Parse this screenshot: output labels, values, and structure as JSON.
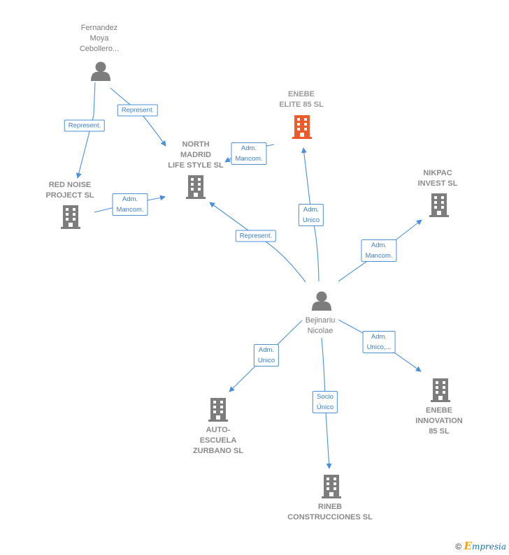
{
  "nodes": {
    "fernandez": {
      "label": "Fernandez\nMoya\nCebollero..."
    },
    "enebe_elite": {
      "label": "ENEBE\nELITE 85  SL"
    },
    "north_madrid": {
      "label": "NORTH\nMADRID\nLIFE STYLE  SL"
    },
    "red_noise": {
      "label": "RED NOISE\nPROJECT  SL"
    },
    "nikpac": {
      "label": "NIKPAC\nINVEST  SL"
    },
    "bejinariu": {
      "label": "Bejinariu\nNicolae"
    },
    "autoescuela": {
      "label": "AUTO-\nESCUELA\nZURBANO SL"
    },
    "enebe_innovation": {
      "label": "ENEBE\nINNOVATION\n85  SL"
    },
    "rineb": {
      "label": "RINEB\nCONSTRUCCIONES SL"
    }
  },
  "edges": {
    "e1": "Represent.",
    "e2": "Represent.",
    "e3": "Adm.\nMancom.",
    "e4": "Adm.\nMancom.",
    "e5": "Adm.\nUnico",
    "e6": "Represent.",
    "e7": "Adm.\nMancom.",
    "e8": "Adm.\nUnico",
    "e9": "Socio\nÚnico",
    "e10": "Adm.\nUnico,..."
  },
  "footer": {
    "copyright": "©",
    "brand_initial": "E",
    "brand_rest": "mpresia"
  },
  "colors": {
    "edge": "#4a90d9",
    "icon": "#7d7d7d",
    "highlight": "#f05a28"
  }
}
